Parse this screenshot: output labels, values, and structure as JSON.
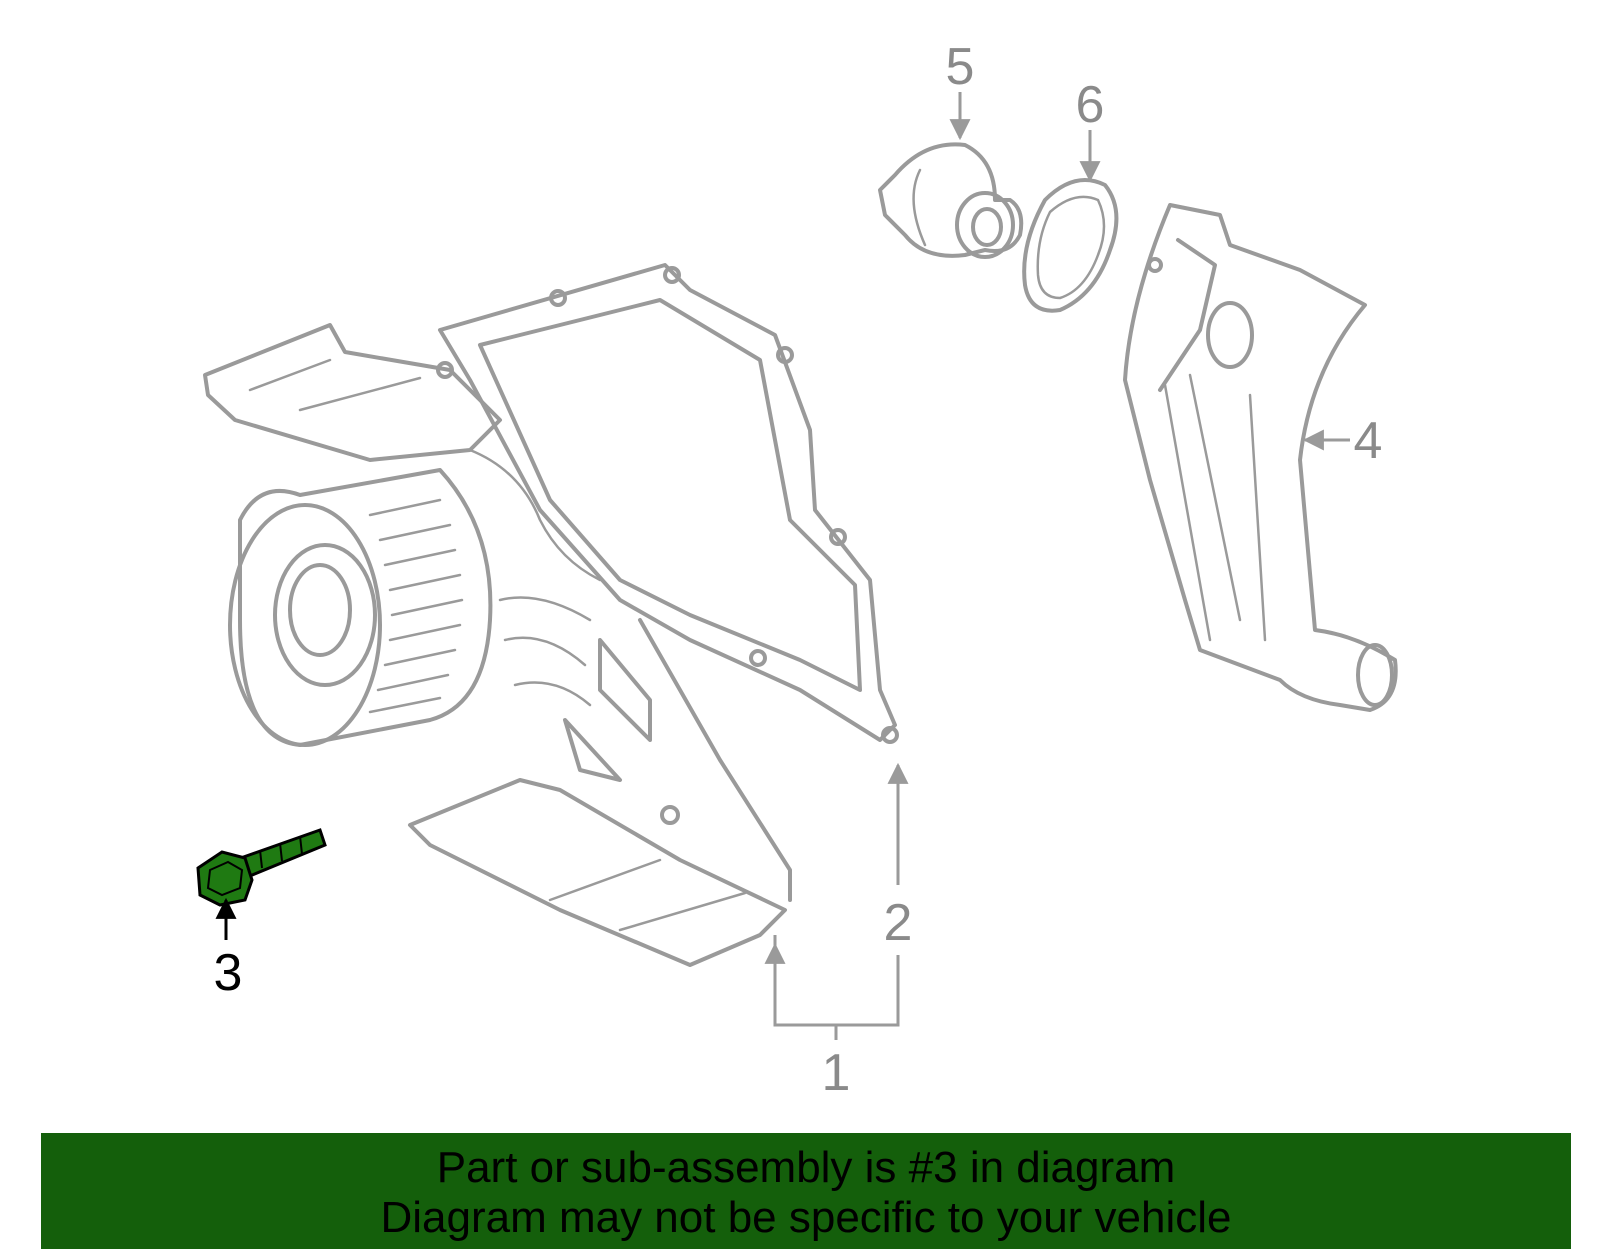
{
  "callouts": {
    "c1": "1",
    "c2": "2",
    "c3": "3",
    "c4": "4",
    "c5": "5",
    "c6": "6"
  },
  "colors": {
    "highlight_part": "#1f7a12",
    "banner_bg": "#145f0b",
    "part_outline": "#9a9a9a"
  },
  "banner": {
    "line1": "Part or sub-assembly is #3 in diagram",
    "line2": "Diagram may not be specific to your vehicle"
  }
}
